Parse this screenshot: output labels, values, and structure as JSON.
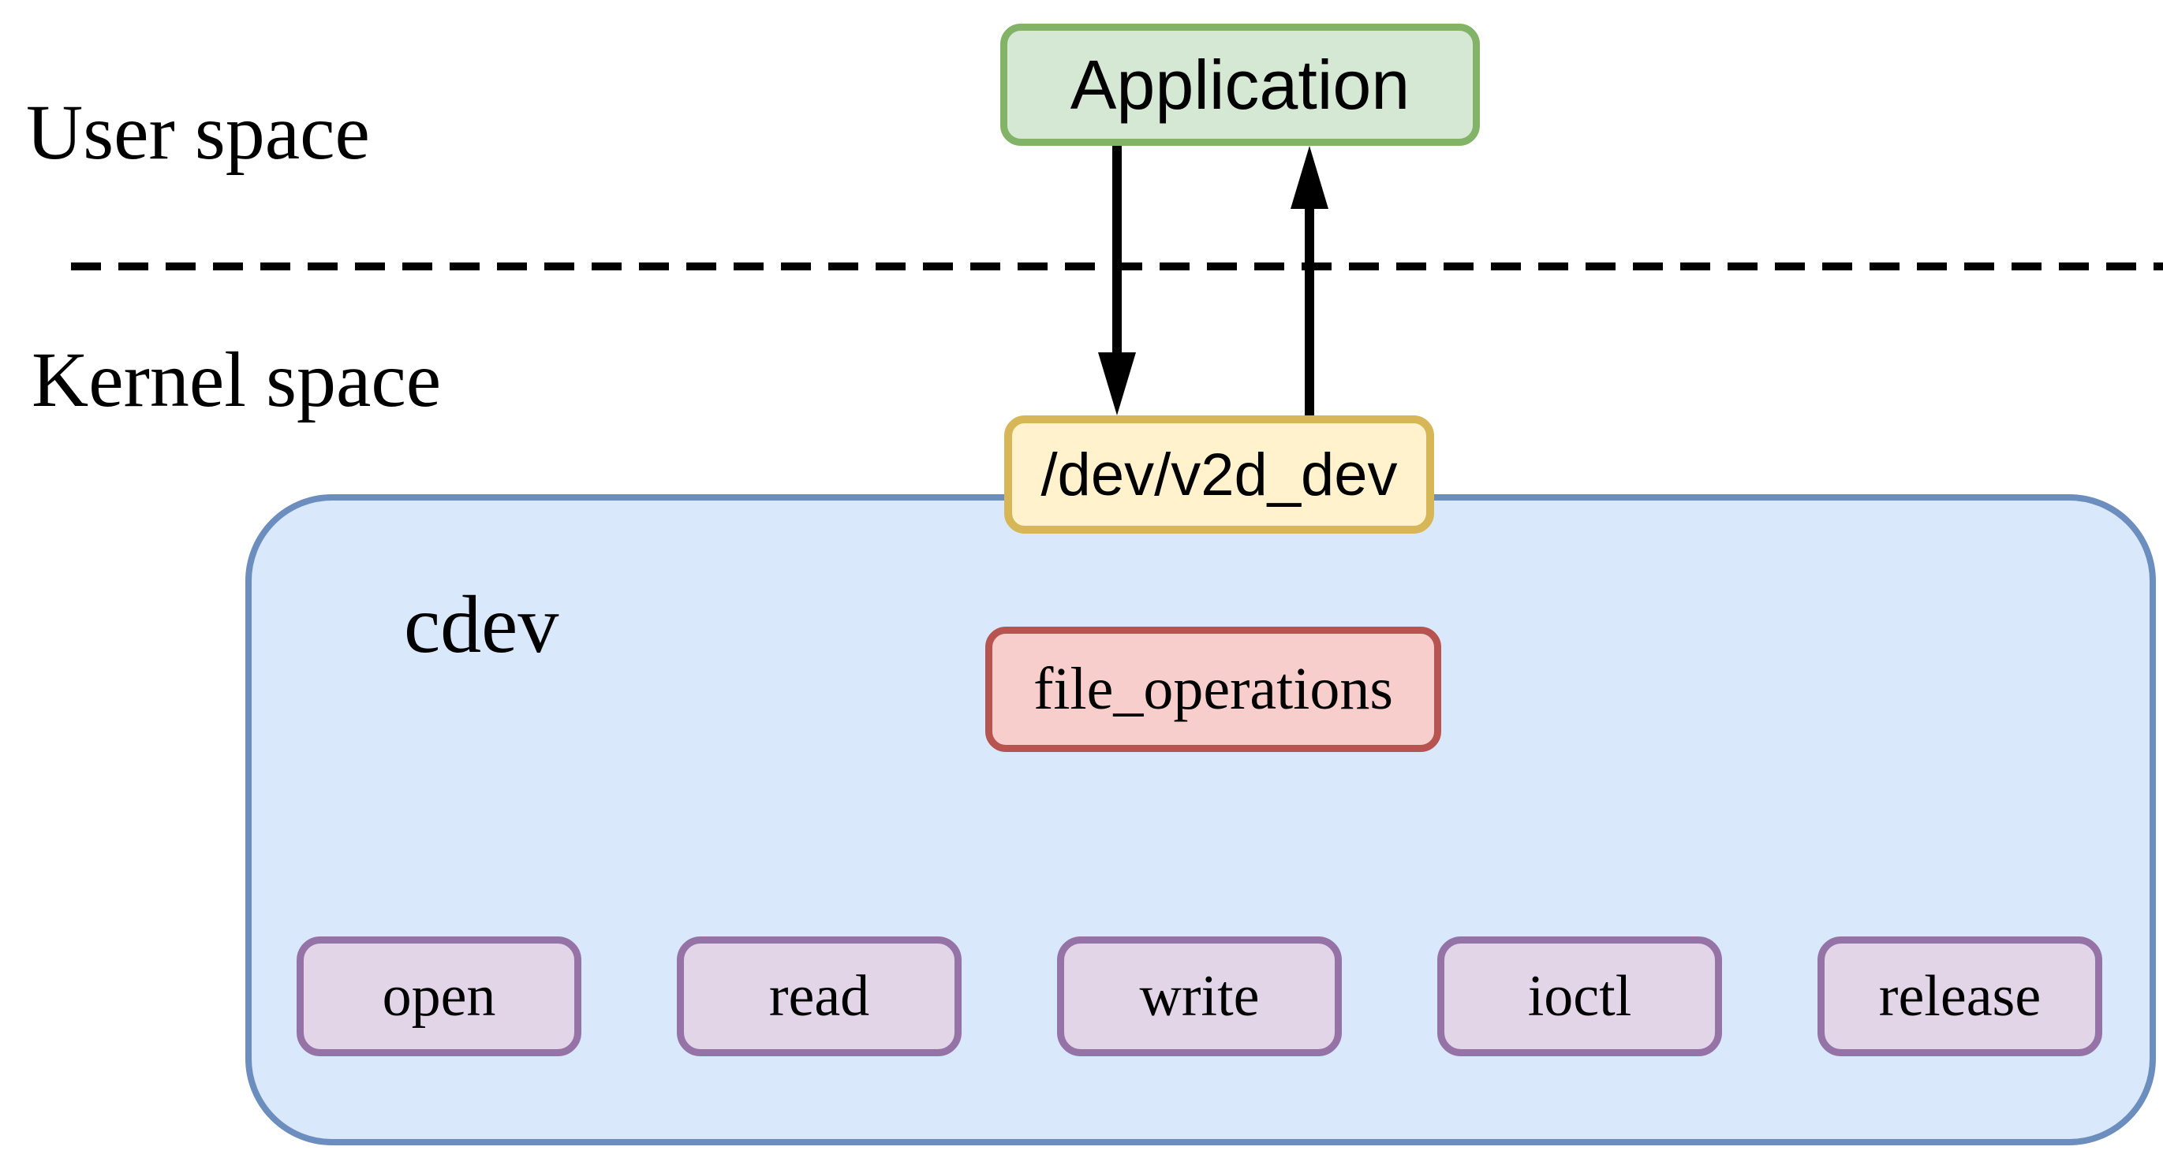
{
  "diagram": {
    "regions": {
      "user_space": "User space",
      "kernel_space": "Kernel space"
    },
    "application": {
      "label": "Application"
    },
    "device_file": {
      "label": "/dev/v2d_dev"
    },
    "cdev": {
      "label": "cdev"
    },
    "file_operations": {
      "label": "file_operations"
    },
    "operations": [
      {
        "label": "open"
      },
      {
        "label": "read"
      },
      {
        "label": "write"
      },
      {
        "label": "ioctl"
      },
      {
        "label": "release"
      }
    ],
    "colors": {
      "application_fill": "#d5e8d4",
      "application_border": "#82b366",
      "device_file_fill": "#fff2cc",
      "device_file_border": "#d6b656",
      "cdev_fill": "#dae8fc",
      "cdev_border": "#6c8ebf",
      "file_operations_fill": "#f8cecc",
      "file_operations_border": "#b85450",
      "operation_fill": "#e1d5e7",
      "operation_border": "#9673a6",
      "arrow": "#000000",
      "divider": "#000000"
    }
  }
}
